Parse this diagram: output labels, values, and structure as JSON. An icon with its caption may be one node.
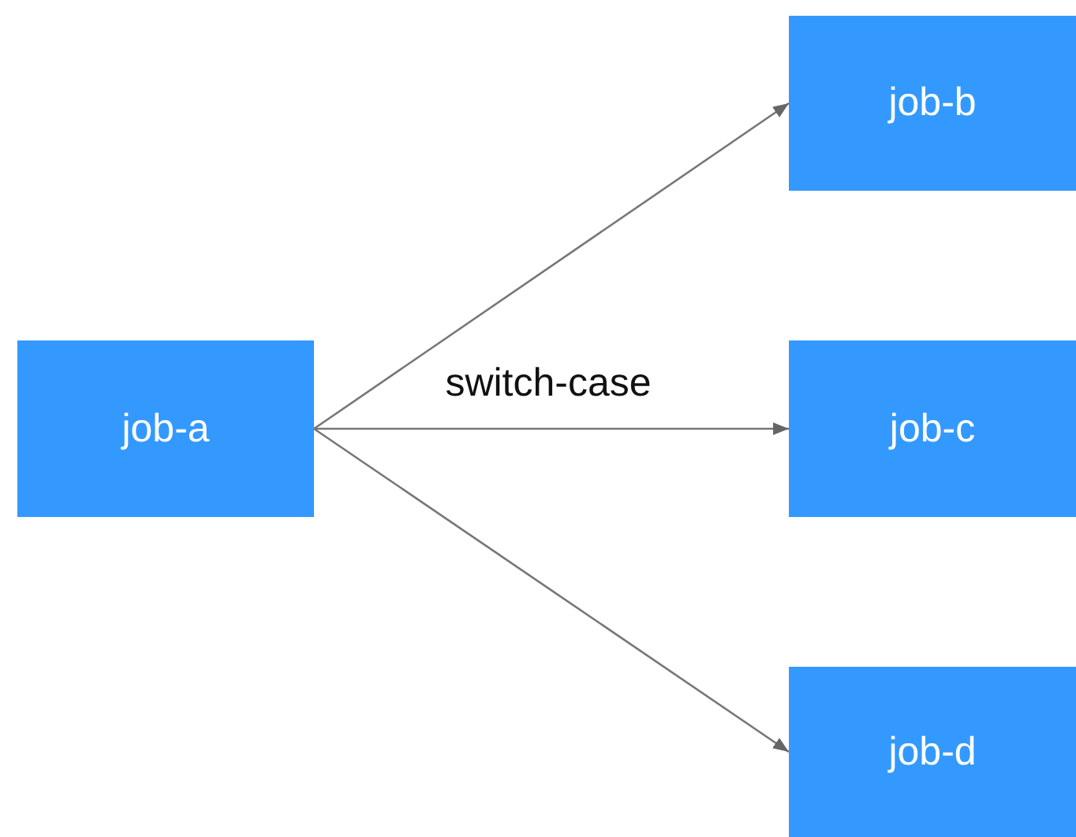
{
  "diagram": {
    "nodes": [
      {
        "text": [
          "job-a"
        ]
      },
      {
        "text": [
          "job-b"
        ]
      },
      {
        "text": [
          "job-c"
        ]
      },
      {
        "text": [
          "job-d"
        ]
      }
    ],
    "edges": [
      {
        "from": 0,
        "to": 1,
        "arrow": "to"
      },
      {
        "from": 0,
        "to": 2,
        "arrow": "to",
        "label": "switch-case"
      },
      {
        "from": 0,
        "to": 3,
        "arrow": "to"
      }
    ]
  }
}
